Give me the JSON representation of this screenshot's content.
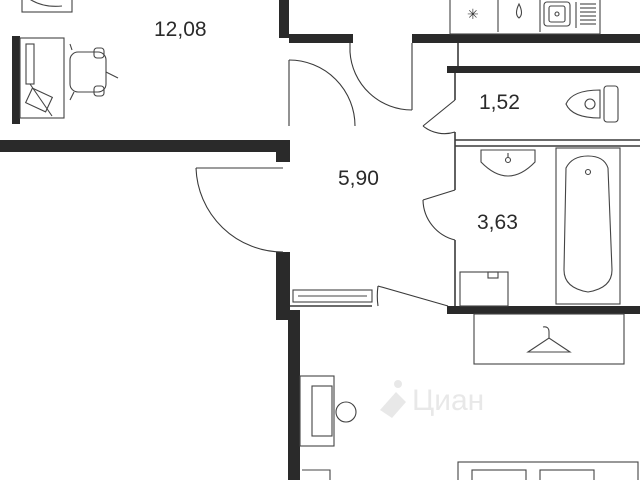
{
  "rooms": [
    {
      "id": "room",
      "area": "12,08"
    },
    {
      "id": "hall",
      "area": "5,90"
    },
    {
      "id": "wc",
      "area": "1,52"
    },
    {
      "id": "bath",
      "area": "3,63"
    }
  ],
  "watermark": "Циан",
  "colors": {
    "wall": "#2a2a2a",
    "line": "#3a3a3a",
    "watermark": "#e6e6e6"
  },
  "icons": [
    "wardrobe-icon",
    "desk-icon",
    "office-chair-icon",
    "stove-icon",
    "fridge-icon",
    "sink-icon",
    "toilet-icon",
    "washbasin-icon",
    "bathtub-icon",
    "washing-machine-icon",
    "hanger-icon",
    "armchair-icon",
    "bed-icon"
  ]
}
